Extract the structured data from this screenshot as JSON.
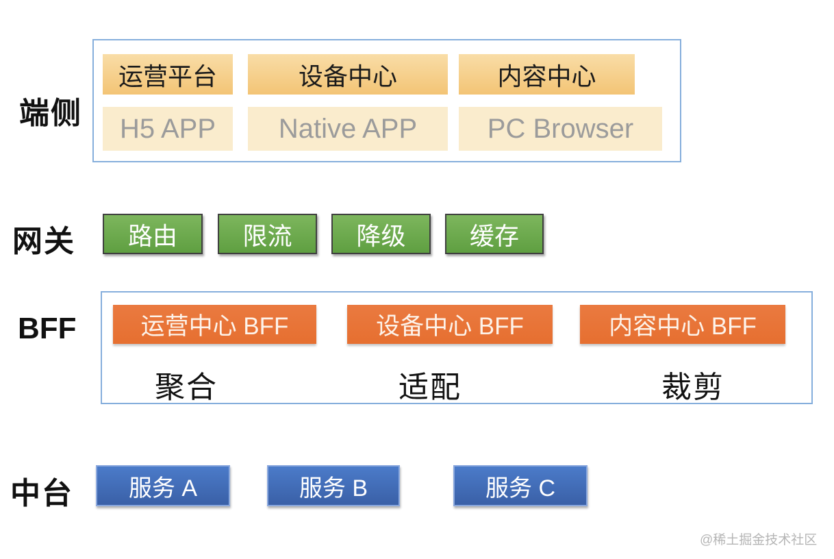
{
  "diagram": {
    "client": {
      "label": "端侧",
      "platforms": [
        "运营平台",
        "设备中心",
        "内容中心"
      ],
      "apps": [
        "H5 APP",
        "Native APP",
        "PC Browser"
      ]
    },
    "gateway": {
      "label": "网关",
      "capabilities": [
        "路由",
        "限流",
        "降级",
        "缓存"
      ]
    },
    "bff": {
      "label": "BFF",
      "services": [
        "运营中心 BFF",
        "设备中心 BFF",
        "内容中心 BFF"
      ],
      "functions": [
        "聚合",
        "适配",
        "裁剪"
      ]
    },
    "platform_layer": {
      "label": "中台",
      "services": [
        "服务 A",
        "服务 B",
        "服务 C"
      ]
    },
    "watermark": "@稀土掘金技术社区",
    "colors": {
      "container_border": "#85aedc",
      "platform_box": "#f5cd8b",
      "app_box": "#faeccd",
      "gateway_box": "#6aa84f",
      "bff_box": "#e87437",
      "service_box": "#3f6cb5"
    }
  }
}
